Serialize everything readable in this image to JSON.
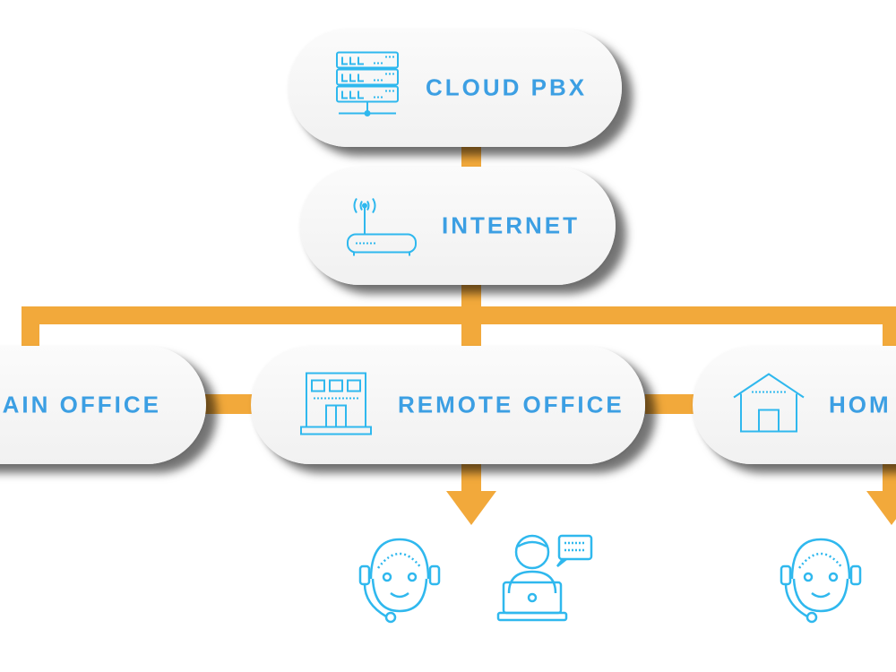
{
  "nodes": {
    "cloud_pbx": {
      "label": "CLOUD PBX",
      "icon": "server-rack-icon"
    },
    "internet": {
      "label": "INTERNET",
      "icon": "wifi-router-icon"
    },
    "main_office": {
      "label": "MAIN OFFICE",
      "icon": ""
    },
    "remote_office": {
      "label": "REMOTE OFFICE",
      "icon": "office-building-icon"
    },
    "home": {
      "label": "HOM",
      "icon": "house-icon"
    }
  },
  "endpoints": [
    {
      "icon": "headset-agent-icon"
    },
    {
      "icon": "laptop-user-chat-icon"
    },
    {
      "icon": "headset-agent-icon"
    }
  ],
  "colors": {
    "connector": "#f2a93b",
    "accent_blue": "#3c9fe3",
    "pill_bg": "#f5f5f5"
  }
}
